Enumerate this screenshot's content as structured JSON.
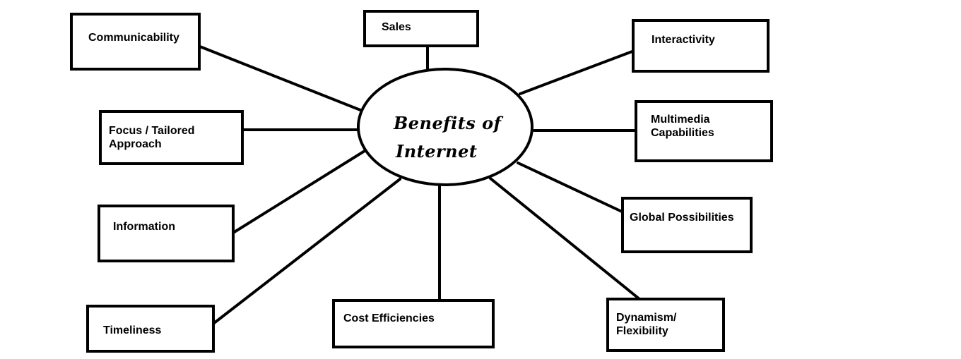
{
  "hub": {
    "line1": "Benefits of",
    "line2": "Internet"
  },
  "nodes": {
    "communicability": "Communicability",
    "sales": "Sales",
    "interactivity": "Interactivity",
    "focus": "Focus / Tailored\nApproach",
    "multimedia": "Multimedia\nCapabilities",
    "information": "Information",
    "global": "Global Possibilities",
    "timeliness": "Timeliness",
    "cost": "Cost Efficiencies",
    "dynamism": "Dynamism/\nFlexibility"
  }
}
